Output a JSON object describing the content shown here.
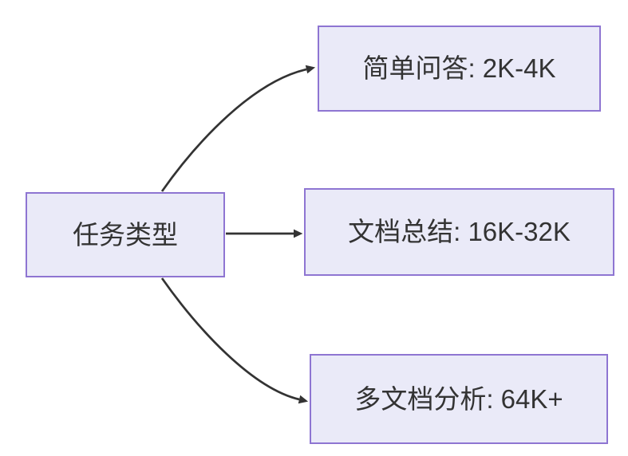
{
  "diagram": {
    "type": "flowchart-LR",
    "root": {
      "id": "task-type",
      "label": "任务类型"
    },
    "branches": [
      {
        "id": "simple-qa",
        "label": "简单问答: 2K-4K"
      },
      {
        "id": "doc-summary",
        "label": "文档总结: 16K-32K"
      },
      {
        "id": "multi-doc",
        "label": "多文档分析: 64K+"
      }
    ],
    "edges": [
      {
        "from": "task-type",
        "to": "simple-qa"
      },
      {
        "from": "task-type",
        "to": "doc-summary"
      },
      {
        "from": "task-type",
        "to": "multi-doc"
      }
    ],
    "colors": {
      "node_fill": "#EAEAF8",
      "node_border": "#8E75D2",
      "edge": "#333333",
      "text": "#333333",
      "background": "#FFFFFF"
    }
  }
}
